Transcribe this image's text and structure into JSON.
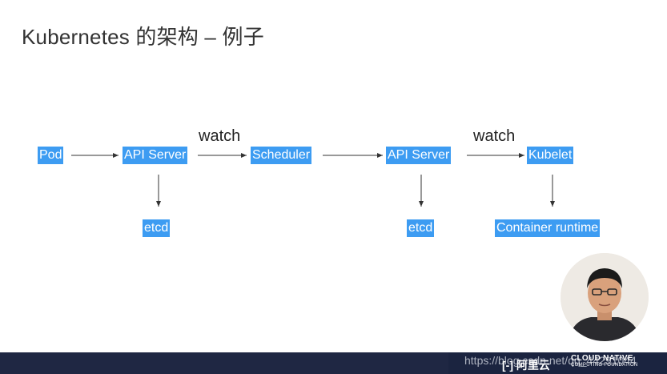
{
  "title": "Kubernetes 的架构 – 例子",
  "diagram": {
    "nodes": {
      "pod": "Pod",
      "api_server_1": "API Server",
      "scheduler": "Scheduler",
      "api_server_2": "API Server",
      "kubelet": "Kubelet",
      "etcd_1": "etcd",
      "etcd_2": "etcd",
      "container_runtime": "Container runtime"
    },
    "edge_labels": {
      "watch_1": "watch",
      "watch_2": "watch"
    },
    "colors": {
      "node_fill": "#3d9cf2",
      "node_text": "#ffffff",
      "arrow": "#333333"
    }
  },
  "footer": {
    "watermark": "https://blog.csdn.net/qq_44291044",
    "logo_aliyun": "阿里云",
    "logo_cncf_line1": "CLOUD NATIVE",
    "logo_cncf_line2": "COMPUTING FOUNDATION"
  },
  "presenter": {
    "avatar_icon": "presenter-webcam"
  }
}
